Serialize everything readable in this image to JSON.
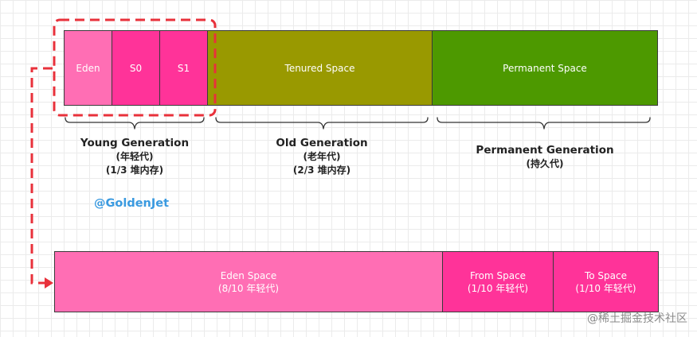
{
  "heap": {
    "eden": "Eden",
    "s0": "S0",
    "s1": "S1",
    "tenured": "Tenured Space",
    "permanent": "Permanent Space"
  },
  "labels": {
    "young": {
      "title": "Young Generation",
      "zh": "(年轻代)",
      "ratio": "(1/3 堆内存)"
    },
    "old": {
      "title": "Old Generation",
      "zh": "(老年代)",
      "ratio": "(2/3 堆内存)"
    },
    "perm": {
      "title": "Permanent Generation",
      "zh": "(持久代)"
    }
  },
  "young_detail": {
    "eden": {
      "name": "Eden Space",
      "ratio": "(8/10 年轻代)"
    },
    "from": {
      "name": "From Space",
      "ratio": "(1/10 年轻代)"
    },
    "to": {
      "name": "To Space",
      "ratio": "(1/10 年轻代)"
    }
  },
  "watermarks": {
    "author": "@GoldenJet",
    "site": "@稀土掘金技术社区"
  },
  "colors": {
    "eden_light": "#ff6eb4",
    "survivor": "#ff3399",
    "tenured": "#999900",
    "permanent": "#4d9900",
    "highlight": "#e8313b",
    "author_blue": "#3a9ae0"
  }
}
